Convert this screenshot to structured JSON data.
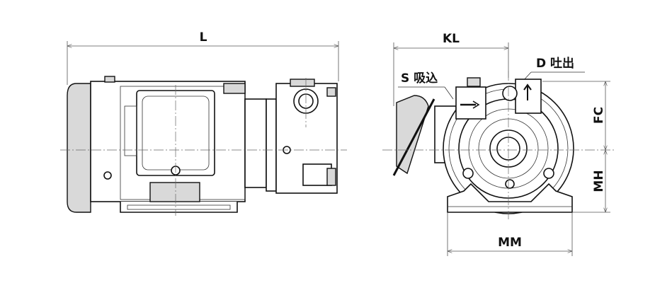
{
  "side_view": {
    "length_label": "L"
  },
  "front_view": {
    "kl_label": "KL",
    "suction_label": "S 吸込",
    "discharge_label": "D 吐出",
    "fc_label": "FC",
    "mh_label": "MH",
    "mm_label": "MM"
  }
}
